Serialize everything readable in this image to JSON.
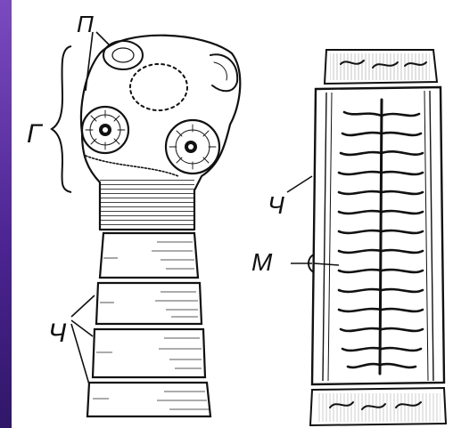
{
  "colors": {
    "frame_top": "#6a3db0",
    "frame_bottom": "#2a1460",
    "paper": "#ffffff",
    "ink": "#111111"
  },
  "labels": {
    "p": "П",
    "g": "Г",
    "ch_left": "Ч",
    "ch_right": "Ч",
    "m": "М"
  }
}
